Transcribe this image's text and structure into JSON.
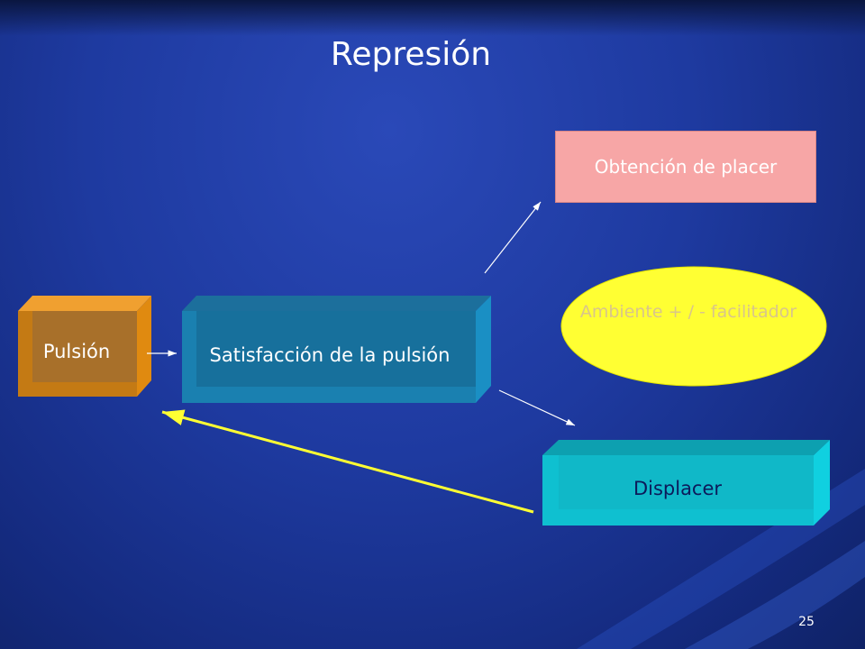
{
  "slide": {
    "title": "Represión",
    "page_number": "25"
  },
  "nodes": {
    "pulsion": "Pulsión",
    "satisfaccion": "Satisfacción de la pulsión",
    "obtencion": "Obtención de placer",
    "ambiente": "Ambiente + / - facilitador",
    "displacer": "Displacer"
  },
  "colors": {
    "background": "#1e3aa0",
    "pulsion_face": "#a8702a",
    "pulsion_side": "#e08a10",
    "satisfaccion_face": "#1a7aa8",
    "satisfaccion_side": "#1a8fc4",
    "obtencion_fill": "#f7a6a6",
    "ambiente_fill": "#ffff33",
    "displacer_face": "#10b8c8",
    "displacer_side": "#10d0e0",
    "feedback_arrow": "#ffff33",
    "arrow": "#ffffff"
  }
}
